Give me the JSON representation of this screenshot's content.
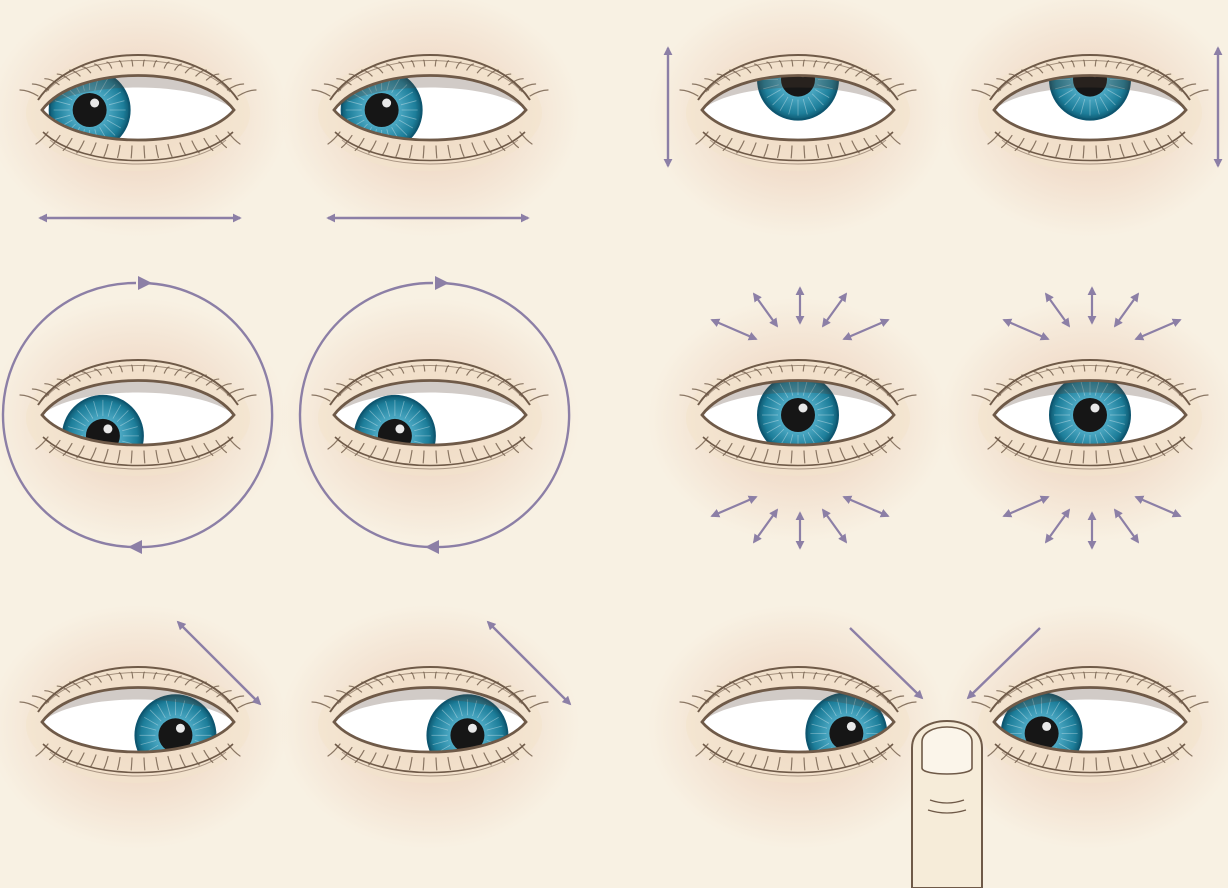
{
  "palette": {
    "background": "#f8f1e3",
    "glow": "#eccdb8",
    "skin": "#f2e4cc",
    "lid_line": "#6f5a48",
    "lash": "#8a7663",
    "eye_white": "#ffffff",
    "iris_outer": "#1d7e9a",
    "iris_mid": "#4aa7c2",
    "iris_inner": "#bfe6ef",
    "pupil": "#161616",
    "arrow": "#8c7fa6",
    "finger": "#f6ecd9",
    "finger_line": "#6f5a48"
  },
  "exercises": [
    {
      "id": "look-left-right",
      "motion": "horizontal",
      "eyes": [
        {
          "gaze_x": -0.62,
          "gaze_y": 0
        },
        {
          "gaze_x": -0.62,
          "gaze_y": 0
        }
      ]
    },
    {
      "id": "look-up-down",
      "motion": "vertical",
      "eyes": [
        {
          "gaze_x": 0,
          "gaze_y": -0.8
        },
        {
          "gaze_x": 0,
          "gaze_y": -0.8
        }
      ]
    },
    {
      "id": "eye-rolling",
      "motion": "circular",
      "eyes": [
        {
          "gaze_x": -0.45,
          "gaze_y": 0.55
        },
        {
          "gaze_x": -0.45,
          "gaze_y": 0.55
        }
      ]
    },
    {
      "id": "wide-open-eyes",
      "motion": "radial",
      "eyes": [
        {
          "gaze_x": 0,
          "gaze_y": 0
        },
        {
          "gaze_x": 0,
          "gaze_y": 0
        }
      ]
    },
    {
      "id": "look-diagonal",
      "motion": "diagonal",
      "eyes": [
        {
          "gaze_x": 0.48,
          "gaze_y": 0.35
        },
        {
          "gaze_x": 0.48,
          "gaze_y": 0.35
        }
      ]
    },
    {
      "id": "focus-on-finger",
      "motion": "converge",
      "eyes": [
        {
          "gaze_x": 0.62,
          "gaze_y": 0.3
        },
        {
          "gaze_x": -0.62,
          "gaze_y": 0.3
        }
      ]
    }
  ]
}
